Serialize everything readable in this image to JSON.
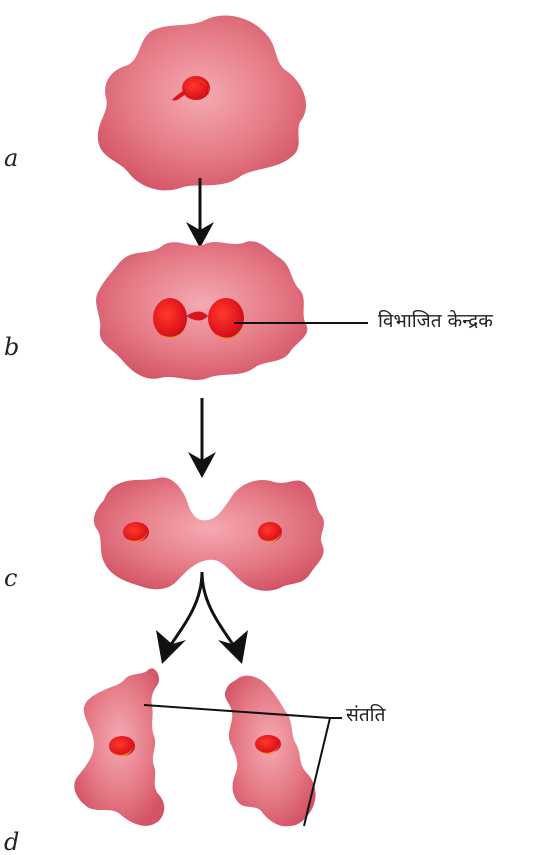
{
  "stages": [
    {
      "label": "a"
    },
    {
      "label": "b"
    },
    {
      "label": "c"
    },
    {
      "label": "d"
    }
  ],
  "annotations": {
    "dividing_nucleus": "विभाजित केन्द्रक",
    "offspring": "संतति"
  },
  "colors": {
    "cell_body": "#e06c78",
    "cell_edge": "#d5586a",
    "cell_inner": "#f2a3ab",
    "nucleus": "#e0141c",
    "nucleus_highlight": "#f08a2a",
    "arrow": "#111111",
    "line": "#111111"
  }
}
